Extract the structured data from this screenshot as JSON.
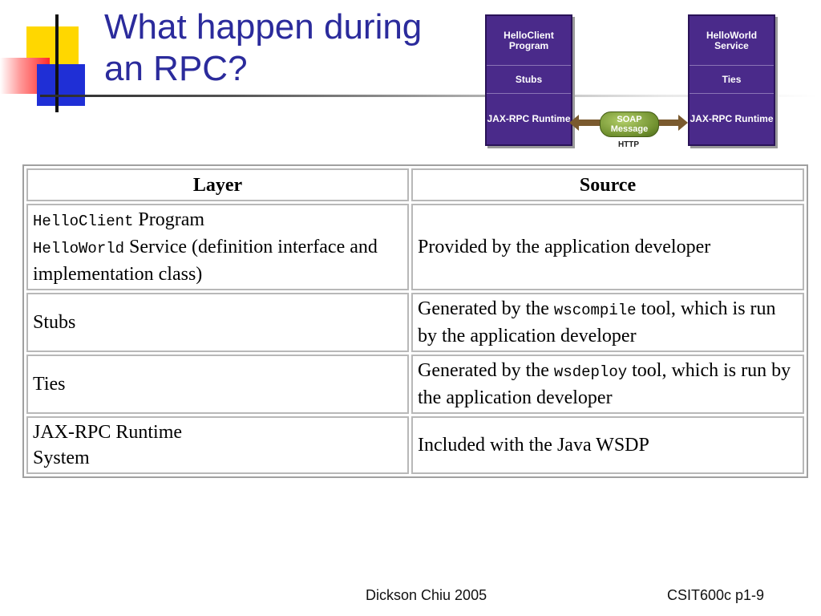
{
  "slide": {
    "title_line1": "What happen during",
    "title_line2": "an RPC?"
  },
  "diagram": {
    "client_stack": [
      "HelloClient Program",
      "Stubs",
      "JAX-RPC Runtime"
    ],
    "server_stack": [
      "HelloWorld Service",
      "Ties",
      "JAX-RPC Runtime"
    ],
    "message_label": "SOAP Message",
    "transport_label": "HTTP"
  },
  "table": {
    "headers": {
      "layer": "Layer",
      "source": "Source"
    },
    "rows": [
      {
        "layer_code1": "HelloClient",
        "layer_text1": " Program",
        "layer_code2": "HelloWorld",
        "layer_text2": " Service (definition interface and implementation class)",
        "source": "Provided by the application developer"
      },
      {
        "layer": "Stubs",
        "source_pre": "Generated by the ",
        "source_code": "wscompile",
        "source_post": " tool, which is run by the application developer"
      },
      {
        "layer": "Ties",
        "source_pre": "Generated by the ",
        "source_code": "wsdeploy",
        "source_post": " tool, which is run by the application developer"
      },
      {
        "layer": "JAX-RPC Runtime System",
        "source": "Included with the Java WSDP"
      }
    ]
  },
  "footer": {
    "author": "Dickson Chiu 2005",
    "page": "CSIT600c p1-9"
  }
}
